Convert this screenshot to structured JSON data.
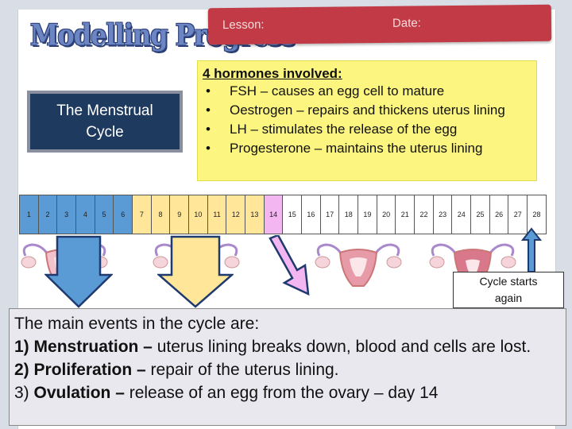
{
  "title": "Modelling Progress",
  "banner": {
    "lesson": "Lesson:",
    "date": "Date:"
  },
  "cycle_label": {
    "line1": "The Menstrual",
    "line2": "Cycle"
  },
  "hormones": {
    "title": "4 hormones involved:",
    "items": [
      "FSH – causes an egg cell to mature",
      "Oestrogen – repairs and thickens uterus lining",
      "LH – stimulates the release of the egg",
      "Progesterone – maintains the uterus lining"
    ]
  },
  "days": [
    "1",
    "2",
    "3",
    "4",
    "5",
    "6",
    "7",
    "8",
    "9",
    "10",
    "11",
    "12",
    "13",
    "14",
    "15",
    "16",
    "17",
    "18",
    "19",
    "20",
    "21",
    "22",
    "23",
    "24",
    "25",
    "26",
    "27",
    "28"
  ],
  "day_colors": {
    "menstruation": "#5b9bd5",
    "proliferation": "#ffe699",
    "ovulation": "#f4b6f0",
    "other": "#ffffff"
  },
  "restart": {
    "line1": "Cycle starts",
    "line2": "again"
  },
  "events": {
    "intro": "The main events in the cycle are:",
    "items": [
      {
        "num": "1) ",
        "term": "Menstruation –",
        "desc": " uterus lining breaks down, blood and cells are lost."
      },
      {
        "num": "2) ",
        "term": "Proliferation –",
        "desc": " repair of the uterus lining."
      },
      {
        "num": "3) ",
        "term": "Ovulation –",
        "desc": " release of an egg from the ovary – day 14"
      }
    ]
  }
}
